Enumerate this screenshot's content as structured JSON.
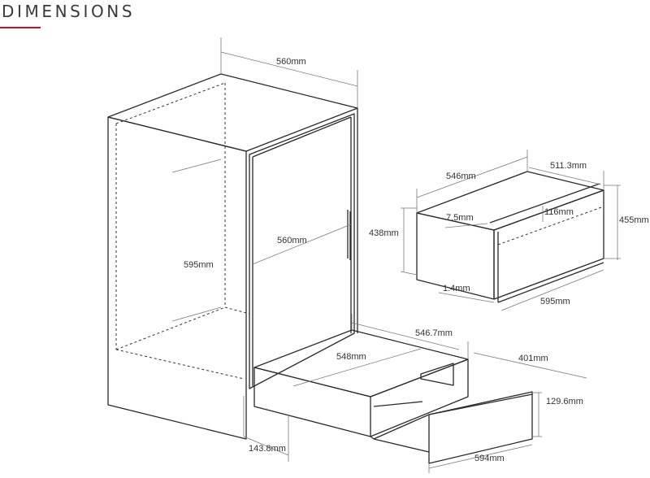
{
  "title": "DIMENSIONS",
  "colors": {
    "accent": "#c8102e",
    "line": "#2a2a2a",
    "dimension": "#7a7a7a"
  },
  "cabinet": {
    "width_top": "560mm",
    "height": "595mm",
    "inner_width": "560mm"
  },
  "oven": {
    "width": "546mm",
    "depth": "511.3mm",
    "inset_height": "116mm",
    "side_offset": "7.5mm",
    "body_height": "438mm",
    "total_height": "455mm",
    "bottom_gap": "1.4mm",
    "front_width": "595mm"
  },
  "drawer": {
    "outer_width": "546.7mm",
    "inner_width": "548mm",
    "depth": "401mm",
    "front_height": "129.6mm",
    "side_height": "143.8mm",
    "front_width": "594mm"
  }
}
